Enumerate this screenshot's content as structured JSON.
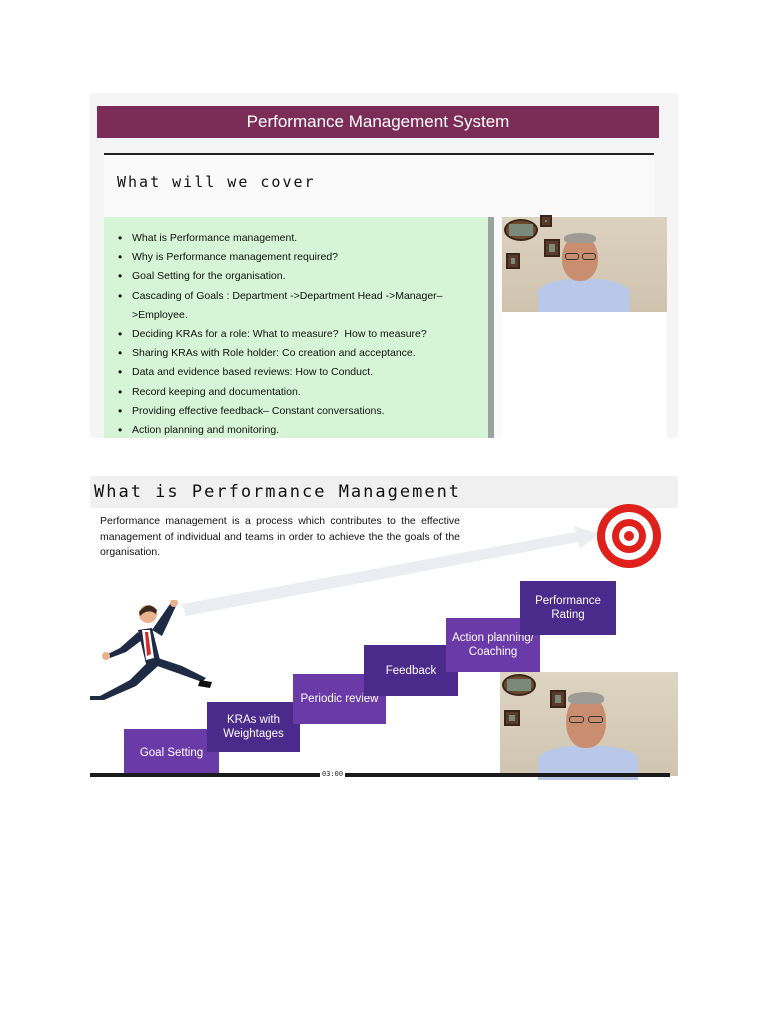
{
  "slide1": {
    "banner_title": "Performance Management System",
    "title": "What will we cover",
    "items": [
      "What is Performance management.",
      "Why is Performance management required?",
      "Goal Setting for the organisation.",
      "Cascading of Goals : Department ->Department Head ->Manager–\n>Employee.",
      "Deciding KRAs for a role: What to measure?  How to measure?",
      "Sharing KRAs with Role holder: Co creation and acceptance.",
      "Data and evidence based reviews: How to Conduct.",
      "Record keeping and documentation.",
      "Providing effective feedback– Constant conversations.",
      "Action planning and monitoring."
    ]
  },
  "slide2": {
    "title": "What is Performance Management",
    "description": "Performance management is a process which contributes to the effective management of individual and teams in order to achieve the the goals of the organisation.",
    "steps": {
      "s1": "Goal Setting",
      "s2": "KRAs with Weightages",
      "s3": "Periodic review",
      "s4": "Feedback",
      "s5": "Action planning/ Coaching",
      "s6": "Performance Rating"
    },
    "timestamp": "03:00"
  },
  "colors": {
    "banner": "#7b2d58",
    "cover_box": "#d6f5d6",
    "step": "#6a3aa8",
    "step_dark": "#4a2a8a",
    "target_red": "#e0201b"
  },
  "icons": [
    "target-icon",
    "businessman-illustration",
    "presenter-video-feed"
  ]
}
